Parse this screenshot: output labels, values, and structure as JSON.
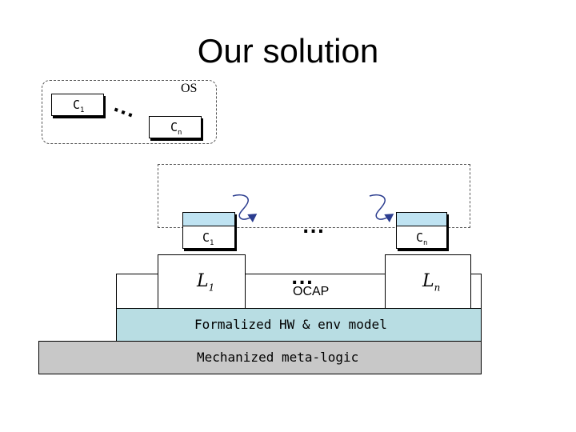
{
  "title": "Our solution",
  "os": {
    "label": "OS",
    "c1_base": "C",
    "c1_sub": "1",
    "cn_base": "C",
    "cn_sub": "n",
    "dots": "..."
  },
  "ocap_apps": {
    "c1_base": "C",
    "c1_sub": "1",
    "cn_base": "C",
    "cn_sub": "n",
    "dots": "..."
  },
  "logics": {
    "l1_base": "L",
    "l1_sub": "1",
    "ln_base": "L",
    "ln_sub": "n",
    "dots": "..."
  },
  "layers": {
    "ocap": "OCAP",
    "hw": "Formalized HW & env model",
    "meta": "Mechanized meta-logic"
  },
  "colors": {
    "app_cap": "#bfe3f2",
    "hw_layer": "#b8dde3",
    "meta_layer": "#c8c8c8",
    "arrow": "#2b3d8f"
  }
}
